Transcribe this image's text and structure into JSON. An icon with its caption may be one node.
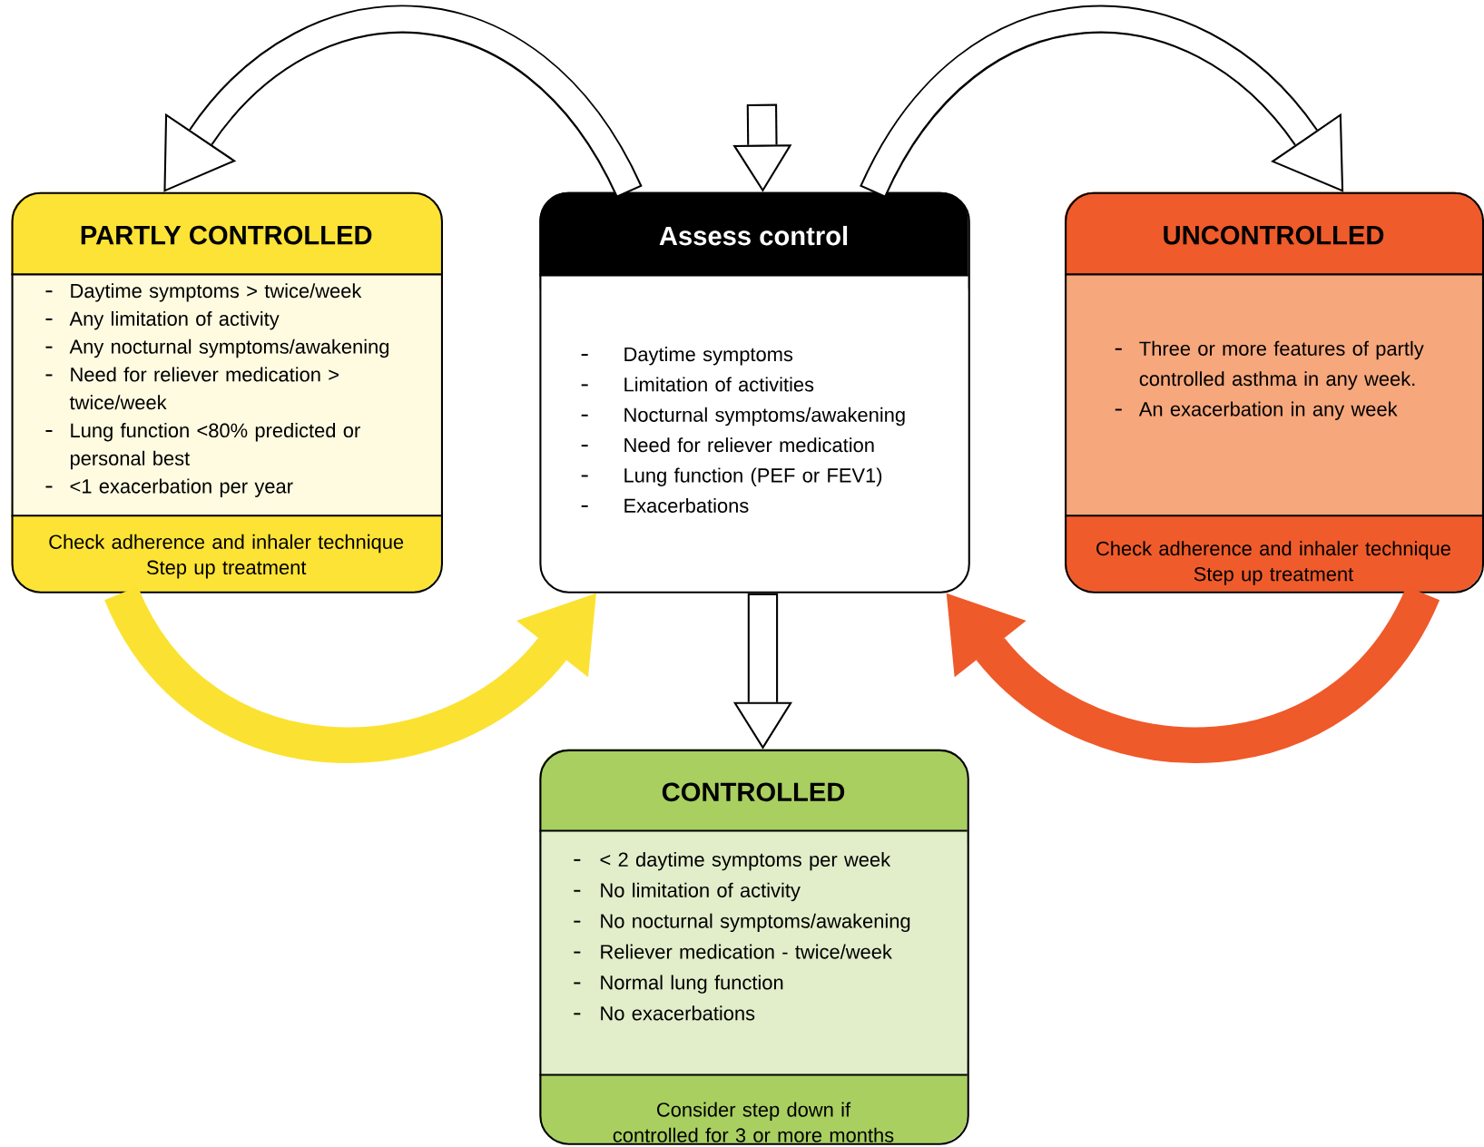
{
  "diagram": {
    "nodes": [
      {
        "text": [
          "PARTLY CONTROLLED",
          "Daytime symptoms > twice/week",
          "Any limitation of activity",
          "Any nocturnal symptoms/awakening",
          "Need for reliever medication > twice/week",
          "Lung function <80% predicted or personal best",
          "<1 exacerbation per year",
          "Check adherence and inhaler technique",
          "Step up treatment"
        ]
      },
      {
        "text": [
          "Assess control",
          "Daytime symptoms",
          "Limitation of activities",
          "Nocturnal symptoms/awakening",
          "Need for reliever medication",
          "Lung function (PEF or FEV1)",
          "Exacerbations"
        ]
      },
      {
        "text": [
          "UNCONTROLLED",
          "Three or more features of partly controlled asthma in any week.",
          "An exacerbation in any week",
          "Check adherence and inhaler technique",
          "Step up treatment"
        ]
      },
      {
        "text": [
          "CONTROLLED",
          "< 2 daytime symptoms per week",
          "No limitation of activity",
          "No nocturnal symptoms/awakening",
          "Reliever medication - twice/week",
          "Normal lung function",
          "No exacerbations",
          "Consider step down if controlled for 3 or more months"
        ]
      }
    ],
    "edges": [
      {
        "from": null,
        "to": 1,
        "arrow": "to"
      },
      {
        "from": 1,
        "to": 0,
        "arrow": "to"
      },
      {
        "from": 1,
        "to": 2,
        "arrow": "to"
      },
      {
        "from": 1,
        "to": 3,
        "arrow": "to"
      },
      {
        "from": 0,
        "to": 1,
        "arrow": "to",
        "color": "#fbe232"
      },
      {
        "from": 2,
        "to": 1,
        "arrow": "to",
        "color": "#ef5a2a"
      }
    ]
  }
}
